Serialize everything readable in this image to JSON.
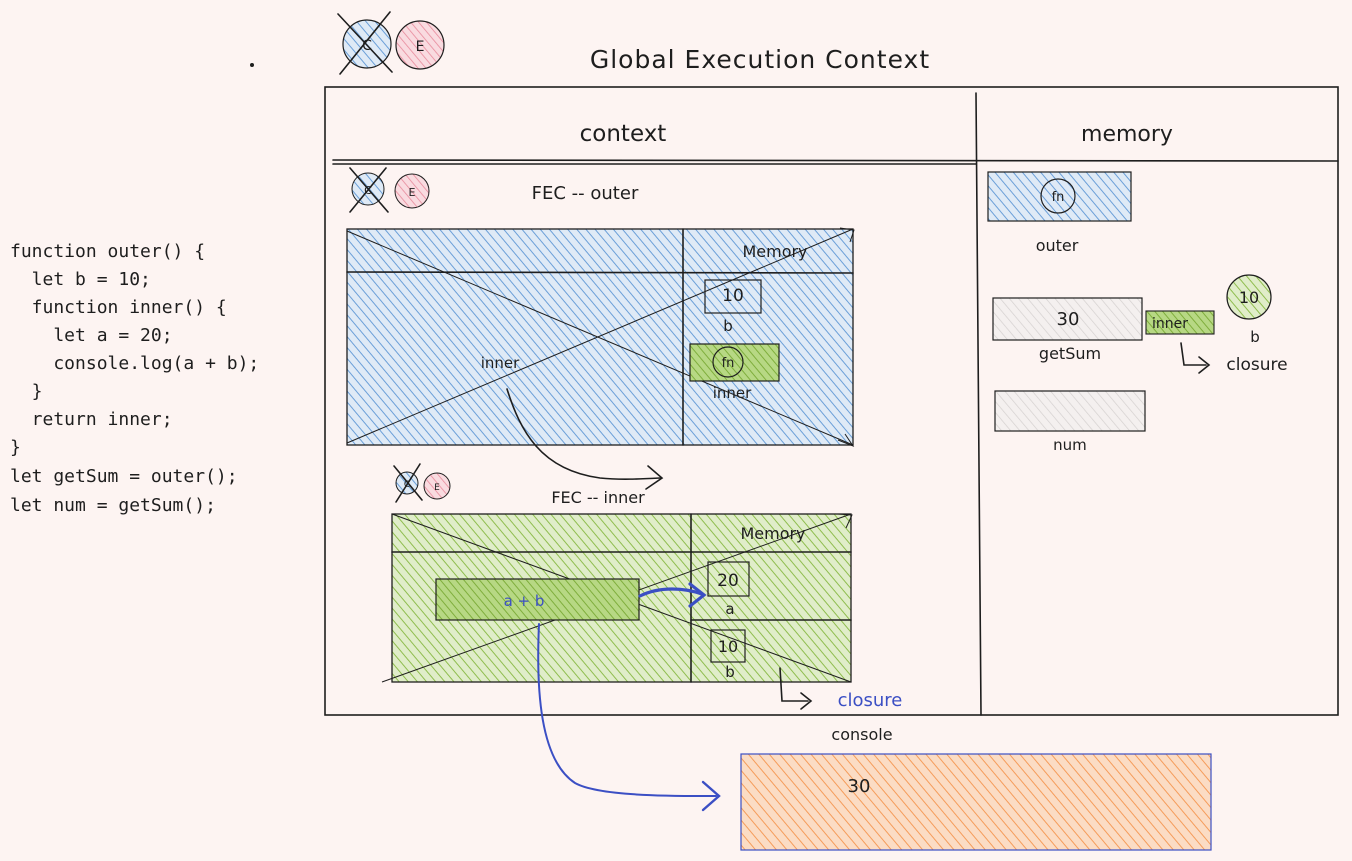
{
  "code_lines": [
    "function outer() {",
    "  let b = 10;",
    "  function inner() {",
    "    let a = 20;",
    "    console.log(a + b);",
    "  }",
    "  return inner;",
    "}",
    "let getSum = outer();",
    "let num = getSum();"
  ],
  "global": {
    "title": "Global Execution Context",
    "context_header": "context",
    "memory_header": "memory",
    "phase_creation": "C",
    "phase_execution": "E"
  },
  "outer_fec": {
    "title": "FEC -- outer",
    "memory_title": "Memory",
    "b_value": "10",
    "b_label": "b",
    "fn_label": "fn",
    "inner_label": "inner",
    "return_label": "inner"
  },
  "inner_fec": {
    "title": "FEC -- inner",
    "memory_title": "Memory",
    "expression": "a + b",
    "a_value": "20",
    "a_label": "a",
    "b_value": "10",
    "b_label": "b",
    "closure_label": "closure"
  },
  "global_memory": {
    "outer_fn": "fn",
    "outer_label": "outer",
    "getsum_value": "30",
    "getsum_label": "getSum",
    "inner_ref": "inner",
    "closure_value": "10",
    "closure_var": "b",
    "closure_label": "closure",
    "num_value": "",
    "num_label": "num"
  },
  "console": {
    "label": "console",
    "output": "30"
  },
  "colors": {
    "background": "#fdf4f2",
    "blue": "#a5c8ec",
    "green": "#b2d67a",
    "red": "#f2a7b5",
    "orange": "#fbb47c",
    "gray": "#e9e9e9",
    "arrow_blue": "#3b4fc4"
  }
}
